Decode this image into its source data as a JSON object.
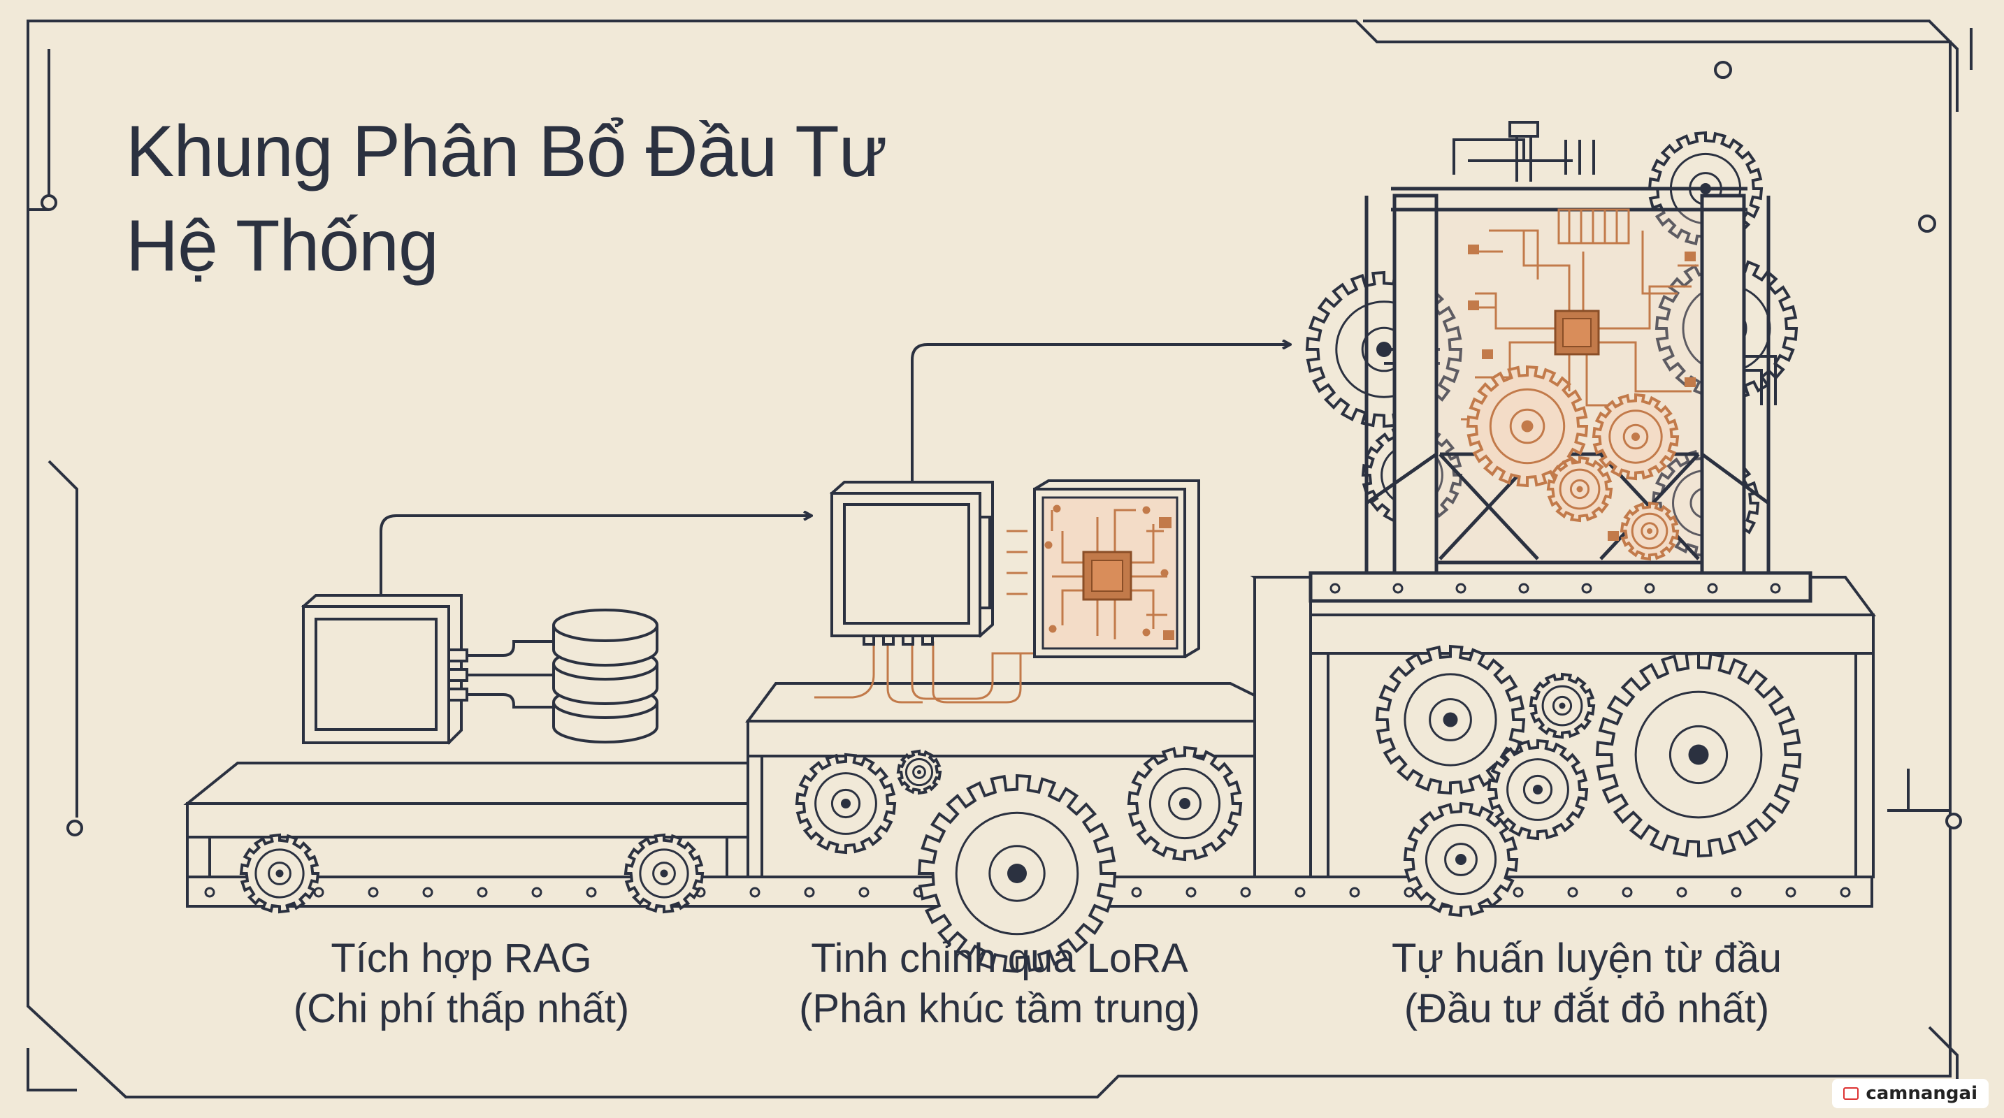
{
  "title": {
    "line1": "Khung Phân Bổ Đầu Tư",
    "line2": "Hệ Thống"
  },
  "tiers": [
    {
      "name": "Tích hợp RAG",
      "cost": "(Chi phí thấp nhất)"
    },
    {
      "name": "Tinh chỉnh qua LoRA",
      "cost": "(Phân khúc tầm trung)"
    },
    {
      "name": "Tự huấn luyện từ đầu",
      "cost": "(Đầu tư đắt đỏ nhất)"
    }
  ],
  "watermark": "camnangai",
  "colors": {
    "background": "#f1e9d8",
    "ink": "#2b3140",
    "circuit": "#c27a4a",
    "circuit_fill": "#f3dcc7"
  }
}
